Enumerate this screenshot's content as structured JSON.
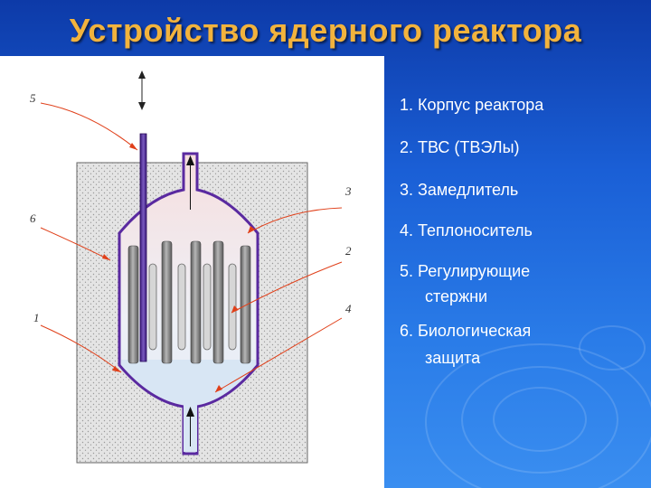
{
  "slide": {
    "title": "Устройство ядерного реактора",
    "colors": {
      "background_top": "#0d3aa8",
      "background_bottom": "#3a8ef0",
      "title": "#f2b33d",
      "vessel_outline": "#5a2aa0",
      "coolant": "#e2ecf6",
      "moderator_tint": "#f6dede",
      "callout_lines": "#e0401a"
    }
  },
  "diagram": {
    "callouts": [
      "5",
      "6",
      "3",
      "2",
      "1",
      "4"
    ]
  },
  "legend": {
    "items": [
      {
        "number": "1.",
        "text": "Корпус реактора",
        "cont": ""
      },
      {
        "number": "2.",
        "text": "ТВС (ТВЭЛы)",
        "cont": ""
      },
      {
        "number": "3.",
        "text": "Замедлитель",
        "cont": ""
      },
      {
        "number": "4.",
        "text": "Теплоноситель",
        "cont": ""
      },
      {
        "number": "5.",
        "text": "Регулирующие",
        "cont": "стержни"
      },
      {
        "number": "6.",
        "text": "Биологическая",
        "cont": "защита"
      }
    ]
  }
}
